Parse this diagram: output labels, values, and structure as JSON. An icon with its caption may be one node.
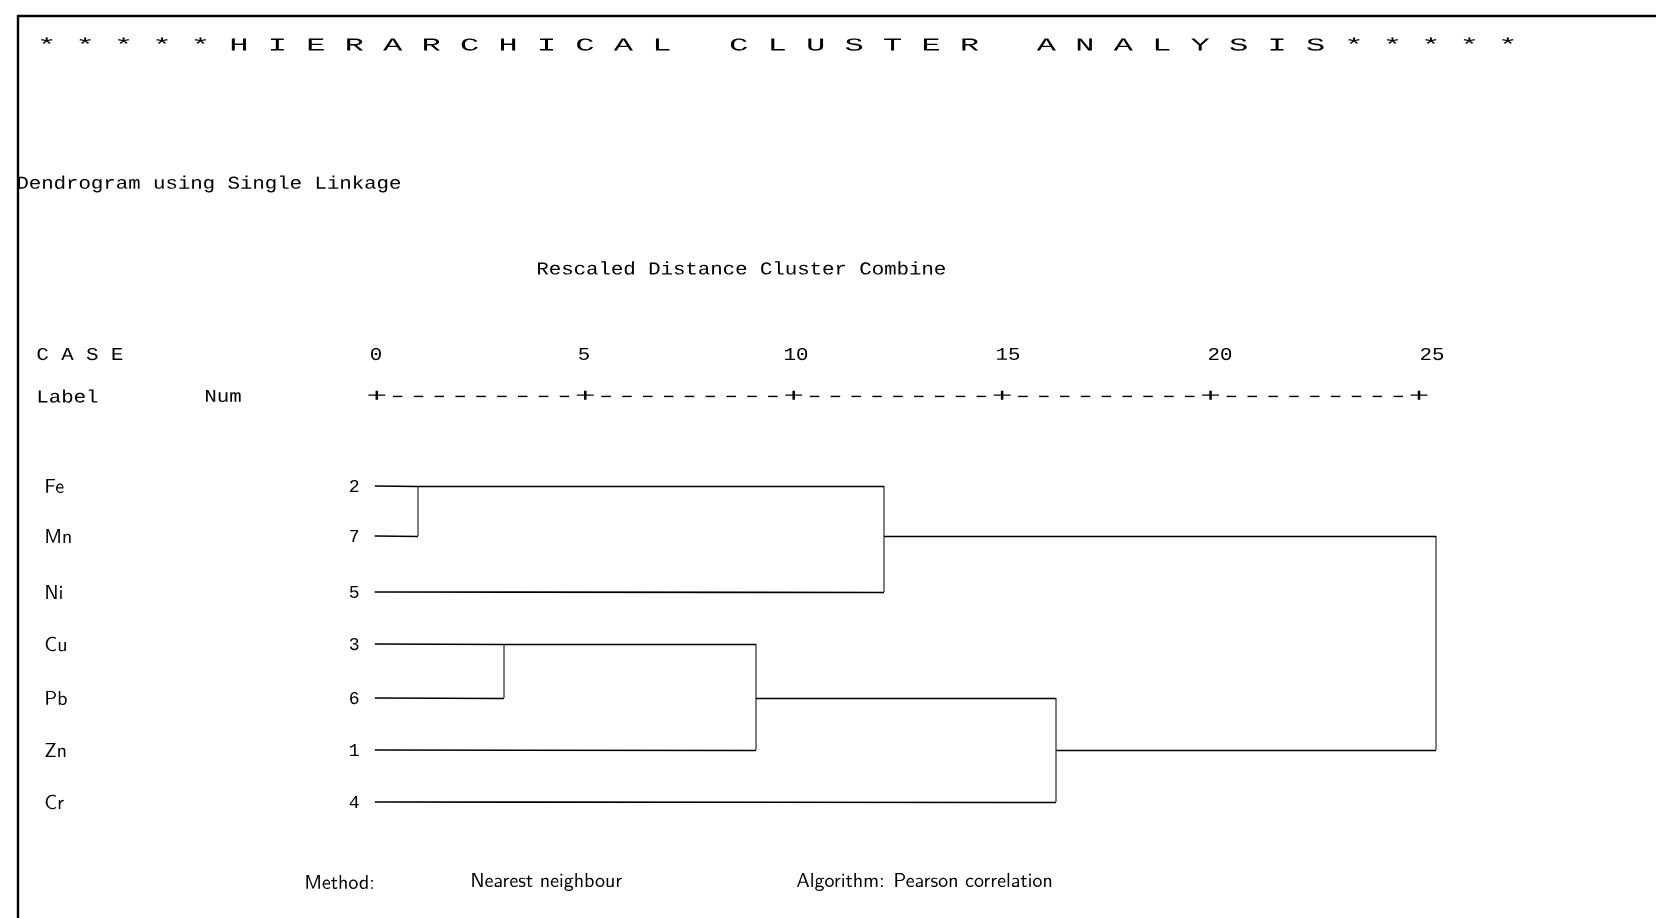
{
  "diagram": {
    "title": "* * * * * H I E R A R C H I C A L   C L U S T E R   A N A L Y S I S * * * * *",
    "nodes": [
      {
        "text": [
          "Fe",
          "2"
        ]
      },
      {
        "text": [
          "Mn",
          "7"
        ]
      },
      {
        "text": [
          "Ni",
          "5"
        ]
      },
      {
        "text": [
          "Cu",
          "3"
        ]
      },
      {
        "text": [
          "Pb",
          "6"
        ]
      },
      {
        "text": [
          "Zn",
          "1"
        ]
      },
      {
        "text": [
          "Cr",
          "4"
        ]
      },
      {
        "text": [],
        "shape": "bar"
      },
      {
        "text": [],
        "shape": "bar"
      },
      {
        "text": [],
        "shape": "bar"
      },
      {
        "text": [],
        "shape": "bar"
      },
      {
        "text": [],
        "shape": "bar"
      },
      {
        "text": [],
        "shape": "bar"
      }
    ],
    "edges": [
      {
        "from": 0,
        "to": 7,
        "arrow": "none"
      },
      {
        "from": 1,
        "to": 7,
        "arrow": "none"
      },
      {
        "from": 3,
        "to": 8,
        "arrow": "none"
      },
      {
        "from": 4,
        "to": 8,
        "arrow": "none"
      },
      {
        "from": 8,
        "to": 9,
        "arrow": "none"
      },
      {
        "from": 5,
        "to": 9,
        "arrow": "none"
      },
      {
        "from": 7,
        "to": 10,
        "arrow": "none"
      },
      {
        "from": 2,
        "to": 10,
        "arrow": "none"
      },
      {
        "from": 9,
        "to": 11,
        "arrow": "none"
      },
      {
        "from": 6,
        "to": 11,
        "arrow": "none"
      },
      {
        "from": 10,
        "to": 12,
        "arrow": "none"
      },
      {
        "from": 11,
        "to": 12,
        "arrow": "none"
      }
    ],
    "labels": [
      "Dendrogram using Single Linkage",
      "Rescaled Distance Cluster Combine",
      "C A S E",
      "0",
      "5",
      "10",
      "15",
      "20",
      "25",
      "Label",
      "Num",
      "+---------+---------+---------+---------+---------+",
      "Method:",
      "Nearest neighbour",
      "Algorithm: Pearson correlation"
    ]
  }
}
